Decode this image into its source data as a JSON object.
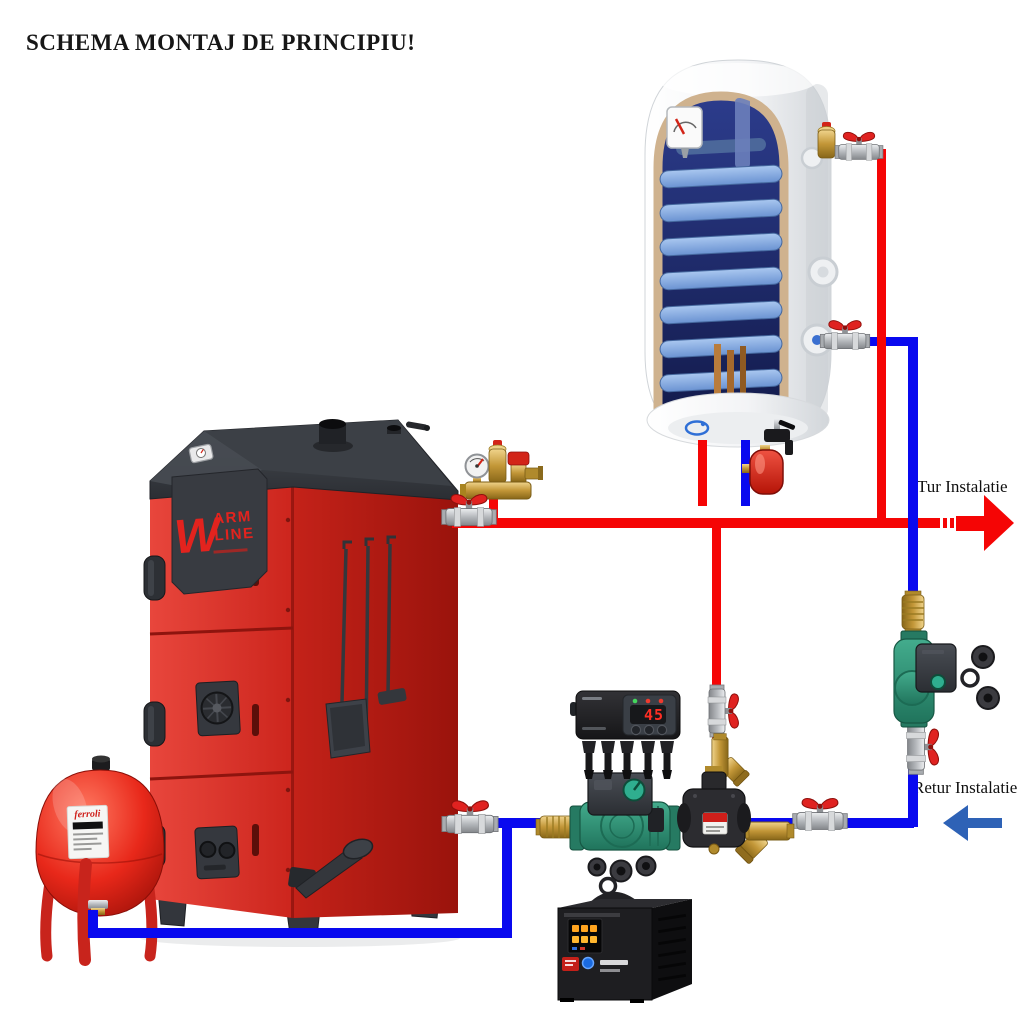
{
  "title": "SCHEMA MONTAJ DE PRINCIPIU!",
  "labels": {
    "supply": "Tur Instalatie",
    "return": "Retur Instalatie"
  },
  "controller": {
    "display_value": "45"
  },
  "boiler": {
    "logo_w": "W",
    "logo_arm": "ARM",
    "logo_line": "LINE"
  },
  "expansion_vessel": {
    "brand": "ferroli"
  },
  "colors": {
    "supply_pipe": "#f50505",
    "return_pipe": "#0909ef",
    "return_arrow": "#2e62b6",
    "display_digits": "#ff2e24",
    "boiler_logo": "#e3231e",
    "boiler_red": "#d12a23",
    "pump_green": "#2f9179",
    "valve_handle": "#e02220",
    "brass": "#c99b3f"
  }
}
